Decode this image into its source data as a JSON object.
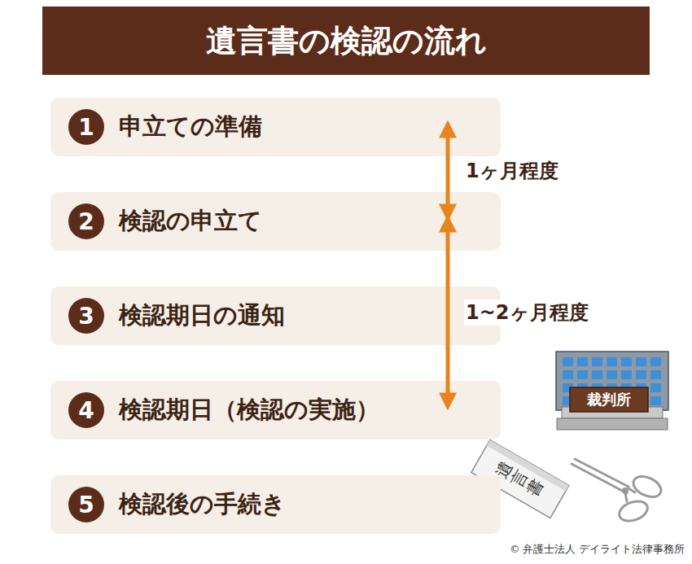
{
  "diagram": {
    "title": "遺言書の検認の流れ",
    "nodes": [
      {
        "text": [
          "1",
          "申立ての準備"
        ]
      },
      {
        "text": [
          "2",
          "検認の申立て"
        ]
      },
      {
        "text": [
          "3",
          "検認期日の通知"
        ]
      },
      {
        "text": [
          "4",
          "検認期日（検認の実施）"
        ]
      },
      {
        "text": [
          "5",
          "検認後の手続き"
        ]
      }
    ],
    "edges": [
      {
        "from": 0,
        "to": 1,
        "arrow": "both",
        "label": "1ヶ月程度"
      },
      {
        "from": 1,
        "to": 3,
        "arrow": "both",
        "label": "1~2ヶ月程度"
      }
    ],
    "labels": [
      "裁判所",
      "遺言書",
      "© 弁護士法人 デイライト法律事務所"
    ]
  }
}
